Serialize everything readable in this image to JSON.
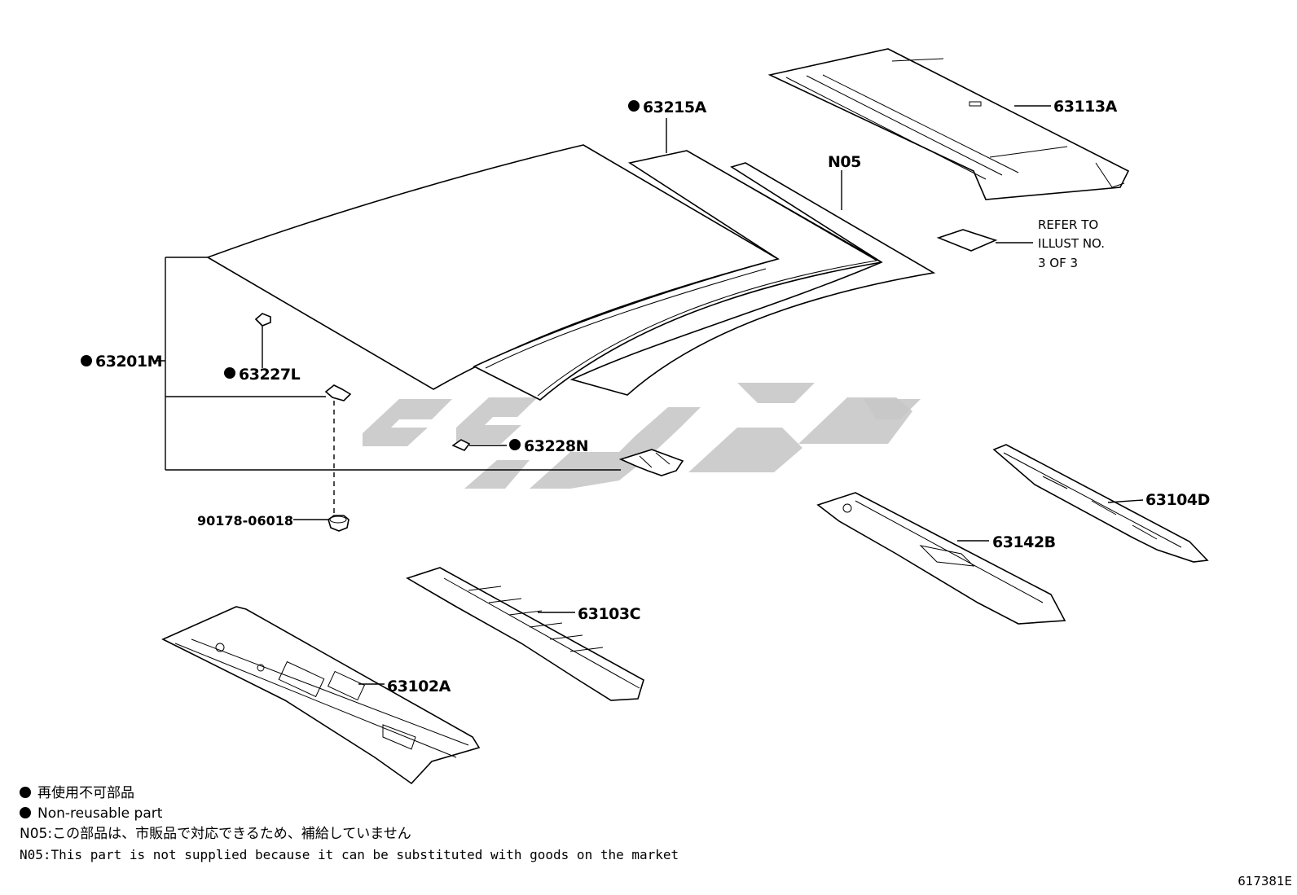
{
  "diagram": {
    "parts": {
      "roof_sub": "63215A",
      "roof_panel_n05": "N05",
      "roof_inner": "63113A",
      "refer_line1": "REFER TO",
      "refer_line2": "ILLUST NO.",
      "refer_line3": "3 OF 3",
      "roof_panel": "63201M",
      "clip_a": "63227L",
      "clip_b": "63228N",
      "bolt": "90178-06018",
      "rail_rear": "63104D",
      "bow_rear": "63142B",
      "bow_center": "63103C",
      "header_front": "63102A"
    },
    "notes": {
      "line_jp": "再使用不可部品",
      "line_en": "Non-reusable part",
      "n05_jp": "N05:この部品は、市販品で対応できるため、補給していません",
      "n05_en": "N05:This part is not supplied because it can be substituted with goods on the market"
    },
    "figure_code": "617381E"
  }
}
